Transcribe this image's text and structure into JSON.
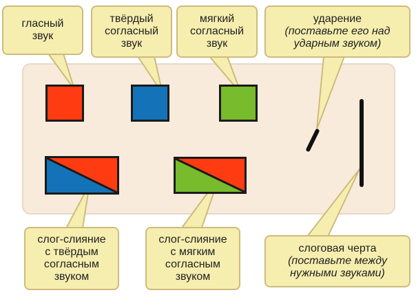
{
  "legend": {
    "vowel": {
      "lines": [
        "гласный",
        "звук"
      ],
      "color": "#ff3b12"
    },
    "hard_consonant": {
      "lines": [
        "твёрдый",
        "согласный",
        "звук"
      ],
      "color": "#1473b8"
    },
    "soft_consonant": {
      "lines": [
        "мягкий",
        "согласный",
        "звук"
      ],
      "color": "#78bb2c"
    },
    "stress": {
      "title": "ударение",
      "note_lines": [
        "(поставьте его над",
        "ударным звуком)"
      ]
    },
    "merge_hard": {
      "lines": [
        "слог-слияние",
        "с твёрдым",
        "согласным",
        "звуком"
      ],
      "colors": [
        "#ff3b12",
        "#1473b8"
      ]
    },
    "merge_soft": {
      "lines": [
        "слог-слияние",
        "с мягким",
        "согласным",
        "звуком"
      ],
      "colors": [
        "#ff3b12",
        "#78bb2c"
      ]
    },
    "syllable_line": {
      "title": "слоговая черта",
      "note_lines": [
        "(поставьте между",
        "нужными звуками)"
      ]
    }
  },
  "colors": {
    "callout_fill": "#f6eeaf",
    "callout_border": "#cdbb7c",
    "panel_fill": "#f8ebdc",
    "outline": "#1a1a1a"
  }
}
